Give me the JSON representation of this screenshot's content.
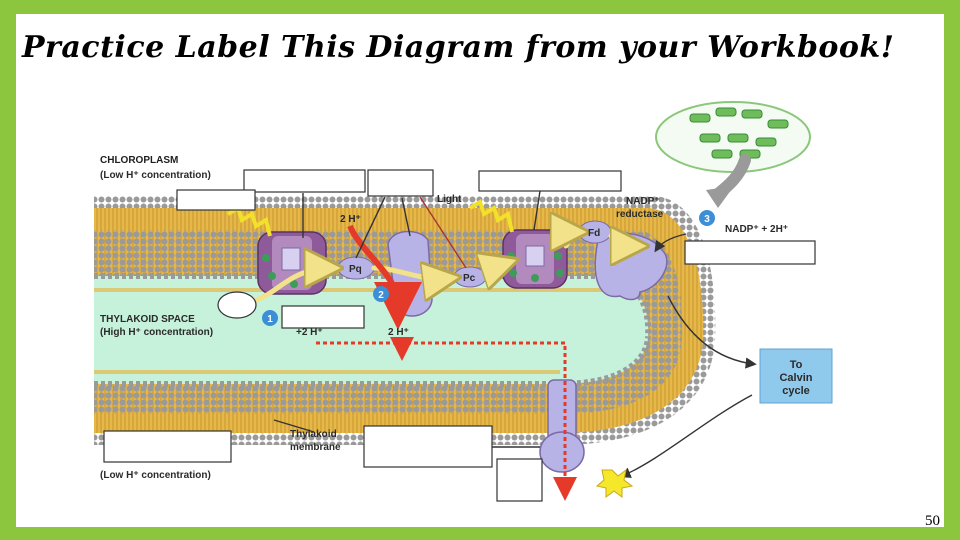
{
  "slide": {
    "title": "Practice Label This Diagram from your Workbook!",
    "page_number": "50"
  },
  "diagram": {
    "chloroplasm_title": "CHLOROPLASM",
    "chloroplasm_sub": "(Low H⁺ concentration)",
    "thylakoid_space_title": "THYLAKOID SPACE",
    "thylakoid_space_sub": "(High H⁺ concentration)",
    "bottom_sub": "(Low H⁺ concentration)",
    "light_label": "Light",
    "h_top": "2 H⁺",
    "h_bottom_left": "+2 H⁺",
    "h_bottom_right": "2 H⁺",
    "pq_label": "Pq",
    "pc_label": "Pc",
    "fd_label": "Fd",
    "nadp_reductase_line1": "NADP⁺",
    "nadp_reductase_line2": "reductase",
    "nadp_equation": "NADP⁺ + 2H⁺",
    "thylakoid_membrane_line1": "Thylakoid",
    "thylakoid_membrane_line2": "membrane",
    "calvin_line1": "To",
    "calvin_line2": "Calvin",
    "calvin_line3": "cycle",
    "step_1": "1",
    "step_2": "2",
    "step_3": "3",
    "colors": {
      "background": "#8cc63f",
      "membrane": "#e6b84a",
      "stroma_space": "#c6f2dc",
      "protein": "#9b6aa3",
      "protein_light": "#b8b3e6",
      "calvin_box": "#8fc9ec",
      "step_circle": "#3c8fd6",
      "red_arrow": "#e53a2a"
    },
    "icons": [
      "light-bolt-icon",
      "atp-burst-icon",
      "chloroplast-icon"
    ]
  }
}
